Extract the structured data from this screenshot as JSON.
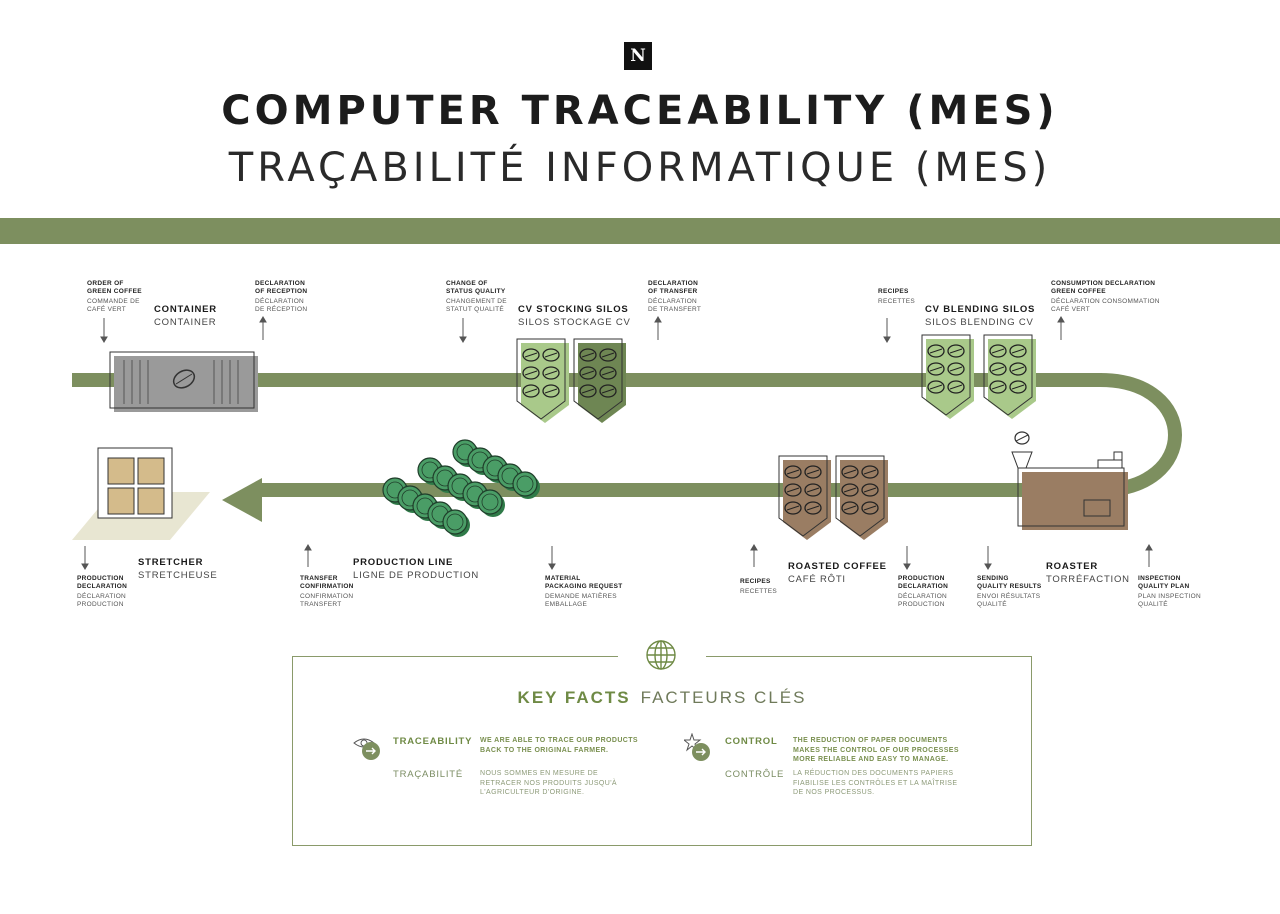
{
  "logo": {
    "letter": "N"
  },
  "title": {
    "en": "COMPUTER TRACEABILITY (MES)",
    "fr": "TRAÇABILITÉ INFORMATIQUE (MES)"
  },
  "colors": {
    "band": "#7d8f5f",
    "light_green": "#a9c98a",
    "dark_green": "#6e8653",
    "brown": "#9a7d63",
    "gray": "#9a9a9a",
    "capsule": "#3d8f5a"
  },
  "stations": {
    "container": {
      "en": "CONTAINER",
      "fr": "CONTAINER"
    },
    "cv_stocking": {
      "en": "CV STOCKING SILOS",
      "fr": "SILOS STOCKAGE CV"
    },
    "cv_blending": {
      "en": "CV BLENDING SILOS",
      "fr": "SILOS BLENDING CV"
    },
    "roaster": {
      "en": "ROASTER",
      "fr": "TORRÉFACTION"
    },
    "roasted_coffee": {
      "en": "ROASTED COFFEE",
      "fr": "CAFÉ RÔTI"
    },
    "production_line": {
      "en": "PRODUCTION LINE",
      "fr": "LIGNE DE PRODUCTION"
    },
    "stretcher": {
      "en": "STRETCHER",
      "fr": "STRETCHEUSE"
    }
  },
  "annotations": {
    "order_green": {
      "en1": "ORDER OF",
      "en2": "GREEN COFFEE",
      "fr1": "COMMANDE DE",
      "fr2": "CAFÉ VERT"
    },
    "decl_reception": {
      "en1": "DECLARATION",
      "en2": "OF RECEPTION",
      "fr1": "DÉCLARATION",
      "fr2": "DE RÉCEPTION"
    },
    "change_status": {
      "en1": "CHANGE OF",
      "en2": "STATUS QUALITY",
      "fr1": "CHANGEMENT DE",
      "fr2": "STATUT QUALITÉ"
    },
    "decl_transfer": {
      "en1": "DECLARATION",
      "en2": "OF TRANSFER",
      "fr1": "DÉCLARATION",
      "fr2": "DE TRANSFERT"
    },
    "recipes_top": {
      "en1": "RECIPES",
      "fr1": "RECETTES"
    },
    "consumption": {
      "en1": "CONSUMPTION DECLARATION",
      "en2": "GREEN COFFEE",
      "fr1": "DÉCLARATION CONSOMMATION",
      "fr2": "CAFÉ VERT"
    },
    "inspection": {
      "en1": "INSPECTION",
      "en2": "QUALITY PLAN",
      "fr1": "PLAN INSPECTION",
      "fr2": "QUALITÉ"
    },
    "sending_quality": {
      "en1": "SENDING",
      "en2": "QUALITY RESULTS",
      "fr1": "ENVOI RÉSULTATS",
      "fr2": "QUALITÉ"
    },
    "prod_decl_right": {
      "en1": "PRODUCTION",
      "en2": "DECLARATION",
      "fr1": "DÉCLARATION",
      "fr2": "PRODUCTION"
    },
    "recipes_bottom": {
      "en1": "RECIPES",
      "fr1": "RECETTES"
    },
    "material_request": {
      "en1": "MATERIAL",
      "en2": "PACKAGING REQUEST",
      "fr1": "DEMANDE MATIÈRES",
      "fr2": "EMBALLAGE"
    },
    "transfer_confirm": {
      "en1": "TRANSFER",
      "en2": "CONFIRMATION",
      "fr1": "CONFIRMATION",
      "fr2": "TRANSFERT"
    },
    "prod_decl_left": {
      "en1": "PRODUCTION",
      "en2": "DECLARATION",
      "fr1": "DÉCLARATION",
      "fr2": "PRODUCTION"
    }
  },
  "key_facts": {
    "title_en": "KEY FACTS",
    "title_fr": "FACTEURS CLÉS",
    "traceability": {
      "en": "TRACEABILITY",
      "fr": "TRAÇABILITÉ",
      "desc_en1": "WE ARE ABLE TO TRACE OUR PRODUCTS",
      "desc_en2": "BACK TO THE ORIGINAL FARMER.",
      "desc_fr1": "NOUS SOMMES EN MESURE DE",
      "desc_fr2": "RETRACER NOS PRODUITS JUSQU'À",
      "desc_fr3": "L'AGRICULTEUR D'ORIGINE."
    },
    "control": {
      "en": "CONTROL",
      "fr": "CONTRÔLE",
      "desc_en1": "THE REDUCTION OF PAPER DOCUMENTS",
      "desc_en2": "MAKES THE CONTROL OF OUR PROCESSES",
      "desc_en3": "MORE RELIABLE AND EASY TO MANAGE.",
      "desc_fr1": "LA RÉDUCTION DES DOCUMENTS PAPIERS",
      "desc_fr2": "FIABILISE LES CONTRÔLES ET LA MAÎTRISE",
      "desc_fr3": "DE NOS PROCESSUS."
    }
  }
}
